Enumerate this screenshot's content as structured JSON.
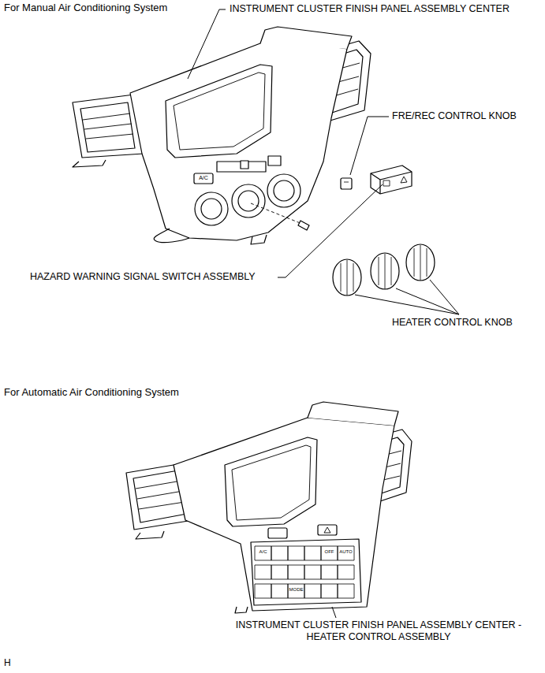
{
  "diagram": {
    "labels": [
      "For Manual Air Conditioning System",
      "INSTRUMENT CLUSTER FINISH PANEL ASSEMBLY CENTER",
      "FRE/REC CONTROL KNOB",
      "HAZARD WARNING SIGNAL SWITCH ASSEMBLY",
      "HEATER CONTROL KNOB",
      "For Automatic Air Conditioning System",
      "INSTRUMENT CLUSTER FINISH PANEL ASSEMBLY CENTER - HEATER CONTROL ASSEMBLY",
      "H",
      "A/C",
      "A/C",
      "OFF",
      "AUTO",
      "MODE"
    ]
  }
}
